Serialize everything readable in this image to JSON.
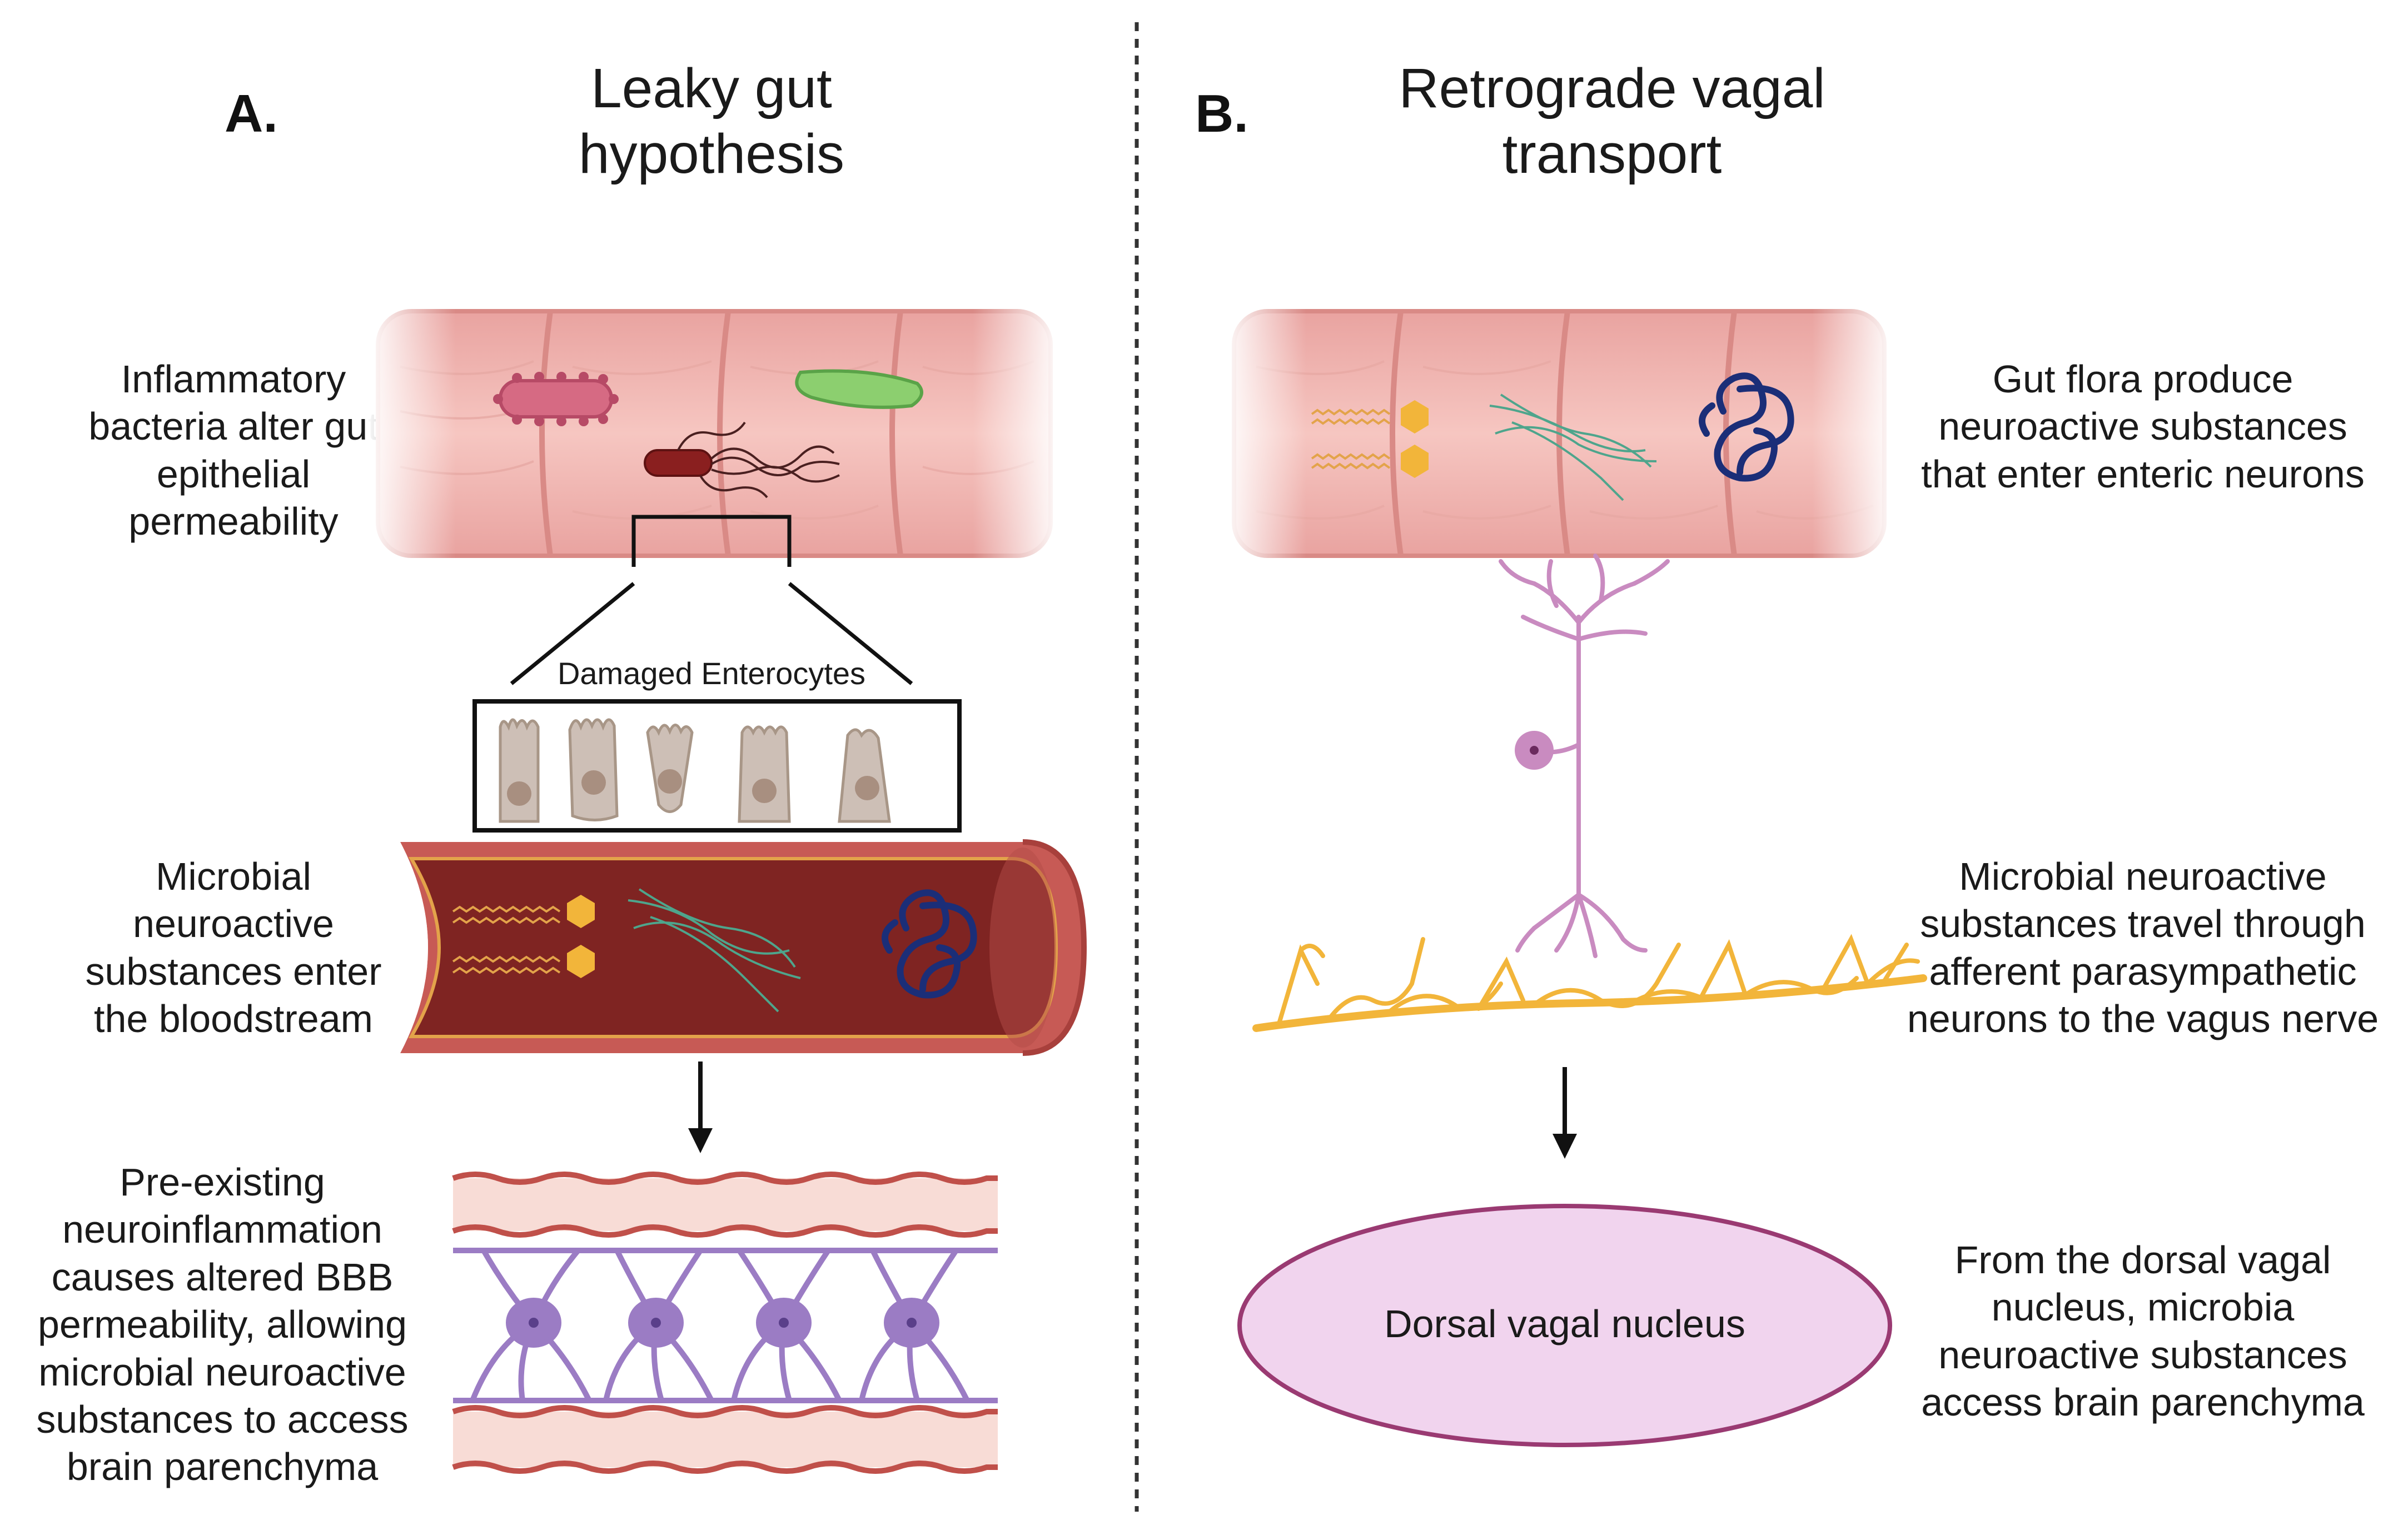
{
  "panels": {
    "a": {
      "letter": "A.",
      "title_line1": "Leaky gut",
      "title_line2": "hypothesis",
      "step1": [
        "Inflammatory",
        "bacteria alter  gut",
        "epithelial",
        "permeability"
      ],
      "zoom_label": "Damaged Enterocytes",
      "step2": [
        "Microbial",
        "neuroactive",
        "substances enter",
        "the bloodstream"
      ],
      "step3": [
        "Pre-existing",
        "neuroinflammation",
        "causes altered BBB",
        "permeability, allowing",
        "microbial neuroactive",
        "substances to access",
        "brain parenchyma"
      ]
    },
    "b": {
      "letter": "B.",
      "title_line1": "Retrograde vagal",
      "title_line2": "transport",
      "step1": [
        "Gut flora produce",
        "neuroactive substances",
        "that enter enteric neurons"
      ],
      "step2": [
        "Microbial neuroactive",
        "substances travel through",
        "afferent parasympathetic",
        "neurons to the vagus nerve"
      ],
      "nucleus_label": "Dorsal vagal nucleus",
      "step3": [
        "From the dorsal vagal",
        "nucleus, microbia",
        "neuroactive substances",
        "access brain parenchyma"
      ]
    }
  },
  "colors": {
    "gut_outer": "#e9a3a0",
    "gut_inner": "#f6c6c1",
    "gut_fold": "#d98a86",
    "vessel_outer": "#c75a55",
    "vessel_lumen": "#7f2422",
    "vessel_edge": "#e3a34a",
    "astrocyte": "#9b7cc4",
    "neuron": "#c98bc0",
    "vagus": "#f2b53a",
    "nucleus_fill": "#f1d4ee",
    "nucleus_stroke": "#9a3a72",
    "enterocyte": "#cdbfb6",
    "enterocyte_nucleus": "#a88f80",
    "divider": "#333333"
  }
}
